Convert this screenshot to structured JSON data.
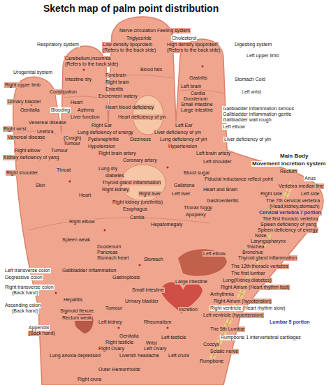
{
  "diagram": {
    "title": "Sketch map of palm point distribution",
    "labels": [
      "Nerve circulation Feeling system",
      "Triglyceride",
      "Cholesterol",
      "Respiratory system",
      "Low density lipoprotein",
      "(Refers to the back side)",
      "High density lipoprotein",
      "(Refers to the back side)",
      "Digesting system",
      "Left upper limb",
      "Cerebellum,insomnia",
      "(Refers to the back side)",
      "Blood fats",
      "Urogenital system",
      "Forebrain",
      "Intestine dry",
      "Gastritis",
      "Stomach Cold",
      "Right brain",
      "Right upper limb",
      "Left brain",
      "Enteritis",
      "Constipation",
      "Cardia",
      "Left wrist",
      "Excrement watery",
      "Duodenum",
      "Urinary bladder",
      "Heart",
      "Small intestine",
      "Heart blood deficiency",
      "Genitalia",
      "Blooding",
      "Asthma",
      "Large intestine",
      "Gallbladder inflammation serious",
      "Gallbladder inflammation gentle",
      "Gallbladder wall rough",
      "Liver function",
      "Heart deficiency of yin",
      "Venereal disease",
      "Right Ear",
      "Left Ear",
      "Left elbow",
      "Right wrist",
      "Urethra",
      "Lung deficiency of energy",
      "Liver deficiency of yin",
      "Venereal disease",
      "(Cough)",
      "Pyelonephritis",
      "Dizziness",
      "Lung deficiency of yin",
      "Liver deficiency of yin",
      "Tumour",
      "Hypotension",
      "Hypertension",
      "Right elbow",
      "Tumour",
      "Right brain artery",
      "Left brain artery",
      "Kidney deficiency of yang",
      "Main Body",
      "Coronary artery",
      "Left shoulder",
      "Movement incretion system",
      "Lung dry",
      "Throat",
      "Rectum",
      "Right shoulder",
      "Blood sugar",
      "diabetes",
      "Anus",
      "Fiducial inductance reflect point",
      "Thyroid gland inflammation",
      "Skin",
      "Gallstone",
      "Vertebra median line",
      "Heart and Brain",
      "Right kidney",
      "Right liver",
      "Left liver",
      "Right side",
      "Left side",
      "Heart",
      "The 7th cervical vertebra",
      "Right kidney (urethritis)",
      "Gastroenteritis",
      "(Head,kidney,stomach)",
      "Esophagus",
      "Thorax fuggy",
      "Cervical vertebra 7 portion",
      "Apoplexy",
      "Cardia",
      "The first thoracic vertebra",
      "Right elbow",
      "Hepatomegaly",
      "Spleen deficiency of yang",
      "Spleen deficiency of energy",
      "Nose",
      "Spleen weak",
      "Laryngopharynx",
      "Duodenum",
      "Trachea",
      "Pancreas",
      "Bronchus",
      "Left elbow",
      "Stomach heart",
      "Thyroid gland inflammation",
      "Stomach",
      "The 12th thoracic vertebra",
      "Left transverse colon",
      "Gallbladder inflammation",
      "The first lumbar",
      "Degressive colon",
      "Gastroptosis",
      "Large intestine",
      "Lung(Kidney,diabetes)",
      "Right transverse colon",
      "Right Atrium (Heart rhythm fast)",
      "Small intestine",
      "(Back hand)",
      "Arrhythmia",
      "Hepatitis",
      "Urinary bladder",
      "Right Atrium (hypotension)",
      "Ascending colon",
      "Tumour",
      "Right ventricle (Heart rhythm slow)",
      "Incretion",
      "(Back hand)",
      "Sigmoid flexure",
      "Left ventricle (hypertension)",
      "Rectum weak",
      "Left kidney",
      "Rheumatism",
      "Lumbar 5 portion",
      "Appendix",
      "The 5th Lumbar",
      "(Back hand)",
      "Genitalia",
      "Left testicle",
      "Rumpbone 1 intervertebral cartilages",
      "Right testicle",
      "Wrist",
      "Coccyx",
      "Right Ovary",
      "Left Ovary",
      "Sciatic nerve",
      "Lung anoxia depressed",
      "Liverish headache",
      "Left crura",
      "Rumpbone",
      "Outer Hemorrhoids",
      "Right crura"
    ]
  }
}
